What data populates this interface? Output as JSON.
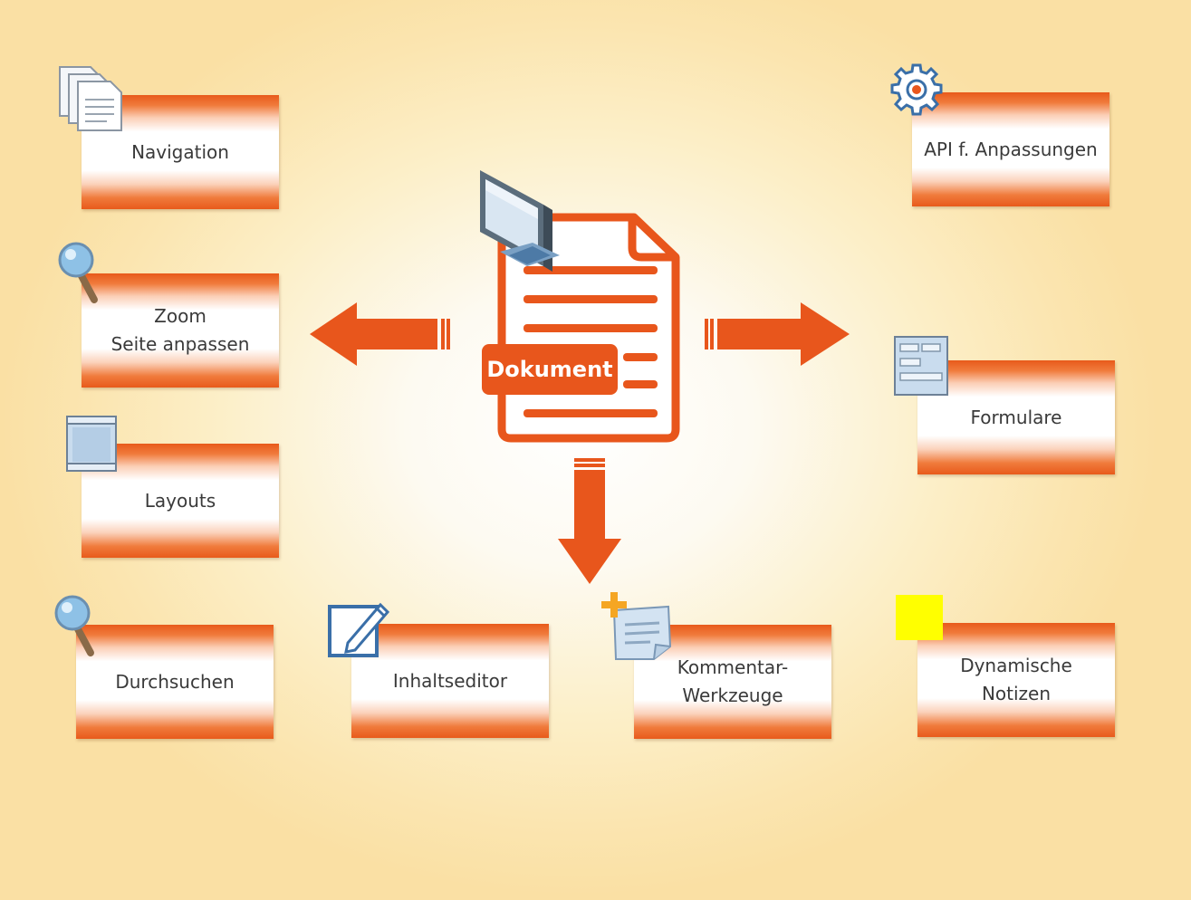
{
  "center": {
    "label": "Dokument"
  },
  "features": {
    "navigation": "Navigation",
    "zoom": "Zoom\nSeite anpassen",
    "layouts": "Layouts",
    "durchsuchen": "Durchsuchen",
    "inhaltseditor": "Inhaltseditor",
    "kommentar": "Kommentar-\nWerkzeuge",
    "api": "API f. Anpassungen",
    "formulare": "Formulare",
    "notizen": "Dynamische\nNotizen"
  },
  "icons": {
    "navigation": "pages-icon",
    "zoom": "magnifier-icon",
    "layouts": "layout-icon",
    "durchsuchen": "magnifier-icon",
    "inhaltseditor": "edit-pencil-icon",
    "kommentar": "add-note-icon",
    "api": "gear-icon",
    "formulare": "form-icon",
    "notizen": "sticky-note-icon",
    "center": "monitor-icon"
  },
  "colors": {
    "accent": "#e8561c",
    "box_text": "#3a3a3a",
    "sticky": "#ffff00"
  }
}
